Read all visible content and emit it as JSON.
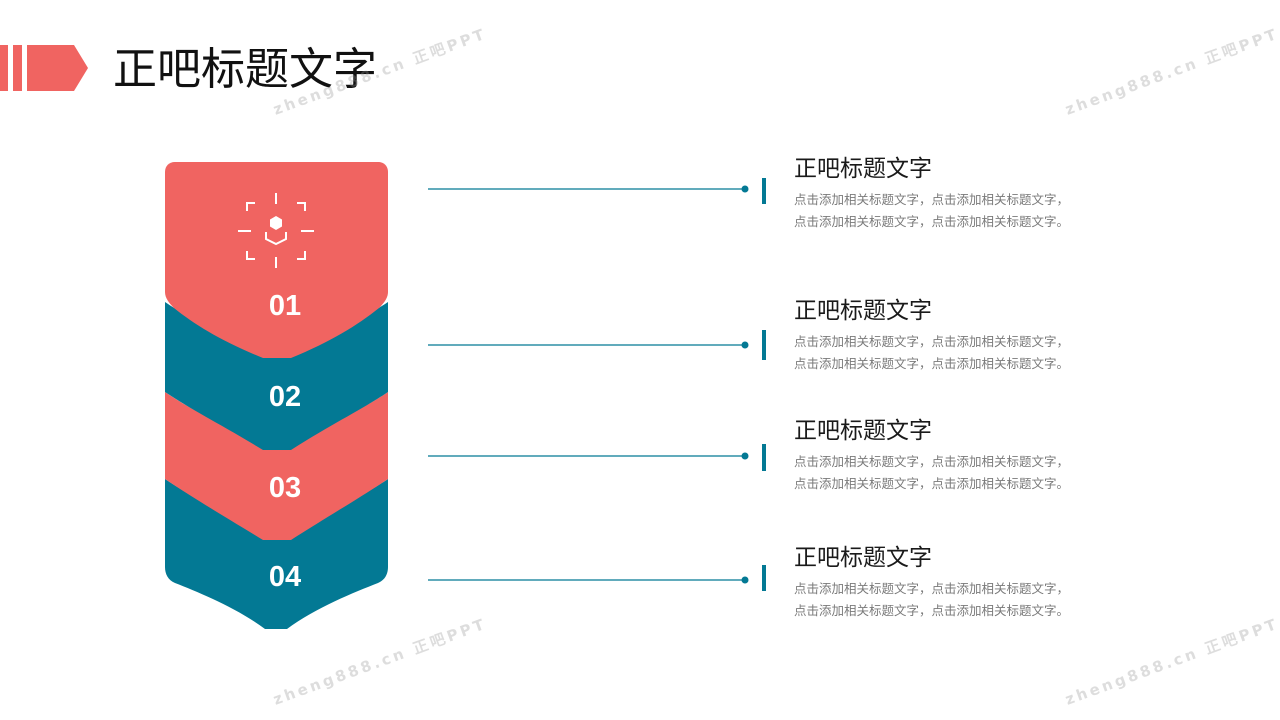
{
  "title": "正吧标题文字",
  "colors": {
    "coral": "#f06461",
    "teal": "#037994",
    "text_dark": "#1a1a1a",
    "text_gray": "#7a7a7a"
  },
  "header_icon": "target-focus-icon",
  "steps": [
    {
      "number": "01"
    },
    {
      "number": "02"
    },
    {
      "number": "03"
    },
    {
      "number": "04"
    }
  ],
  "items": [
    {
      "title": "正吧标题文字",
      "desc": "点击添加相关标题文字，点击添加相关标题文字，点击添加相关标题文字，点击添加相关标题文字。"
    },
    {
      "title": "正吧标题文字",
      "desc": "点击添加相关标题文字，点击添加相关标题文字，点击添加相关标题文字，点击添加相关标题文字。"
    },
    {
      "title": "正吧标题文字",
      "desc": "点击添加相关标题文字，点击添加相关标题文字，点击添加相关标题文字，点击添加相关标题文字。"
    },
    {
      "title": "正吧标题文字",
      "desc": "点击添加相关标题文字，点击添加相关标题文字，点击添加相关标题文字，点击添加相关标题文字。"
    }
  ],
  "watermark": "zheng888.cn 正吧PPT"
}
